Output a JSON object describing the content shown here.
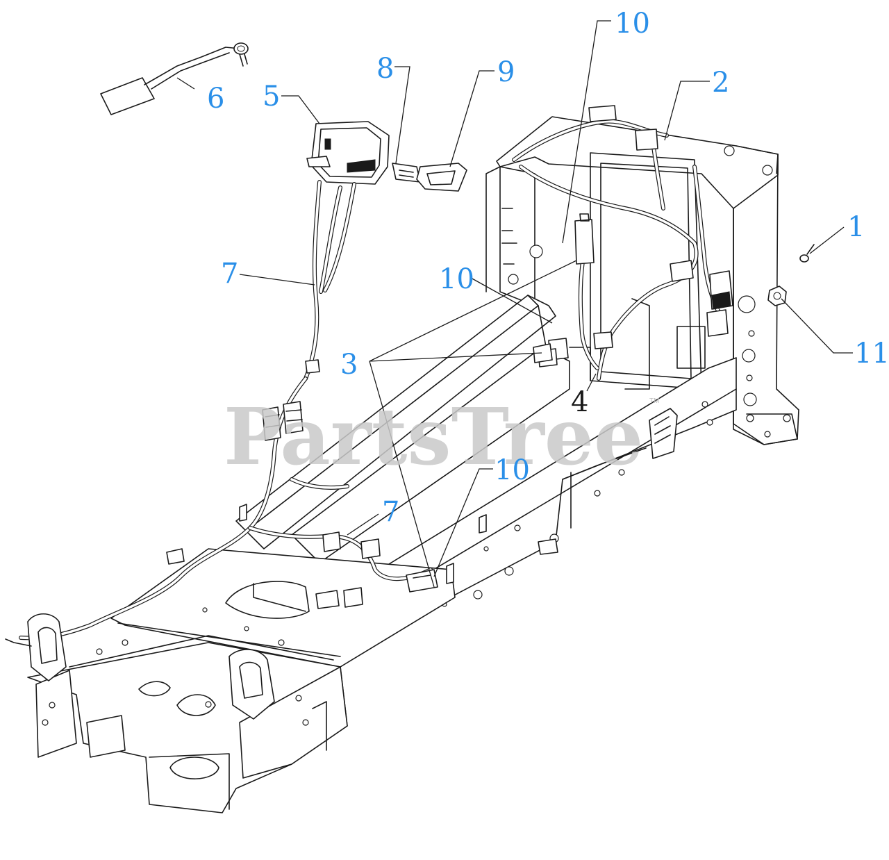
{
  "watermark": {
    "text": "PartsTree",
    "trademark": "TM"
  },
  "callouts": [
    {
      "id": "1",
      "label": "1"
    },
    {
      "id": "2",
      "label": "2"
    },
    {
      "id": "3",
      "label": "3"
    },
    {
      "id": "4",
      "label": "4"
    },
    {
      "id": "5",
      "label": "5"
    },
    {
      "id": "6",
      "label": "6"
    },
    {
      "id": "7a",
      "label": "7"
    },
    {
      "id": "7b",
      "label": "7"
    },
    {
      "id": "8",
      "label": "8"
    },
    {
      "id": "9",
      "label": "9"
    },
    {
      "id": "10a",
      "label": "10"
    },
    {
      "id": "10b",
      "label": "10"
    },
    {
      "id": "10c",
      "label": "10"
    },
    {
      "id": "11",
      "label": "11"
    }
  ],
  "colors": {
    "callout_text": "#2a8fe8",
    "line_art": "#1a1a1a",
    "watermark": "#c9c9c9",
    "background": "#ffffff"
  }
}
